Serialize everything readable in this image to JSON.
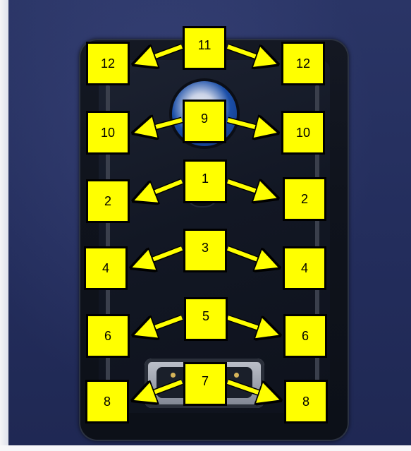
{
  "labels": {
    "center": [
      "11",
      "9",
      "1",
      "3",
      "5",
      "7"
    ],
    "left": [
      "12",
      "10",
      "2",
      "4",
      "6",
      "8"
    ],
    "right": [
      "12",
      "10",
      "2",
      "4",
      "6",
      "8"
    ]
  },
  "colors": {
    "label_fill": "#ffff00",
    "label_border": "#000000",
    "background_cloth": "#232d5c"
  }
}
